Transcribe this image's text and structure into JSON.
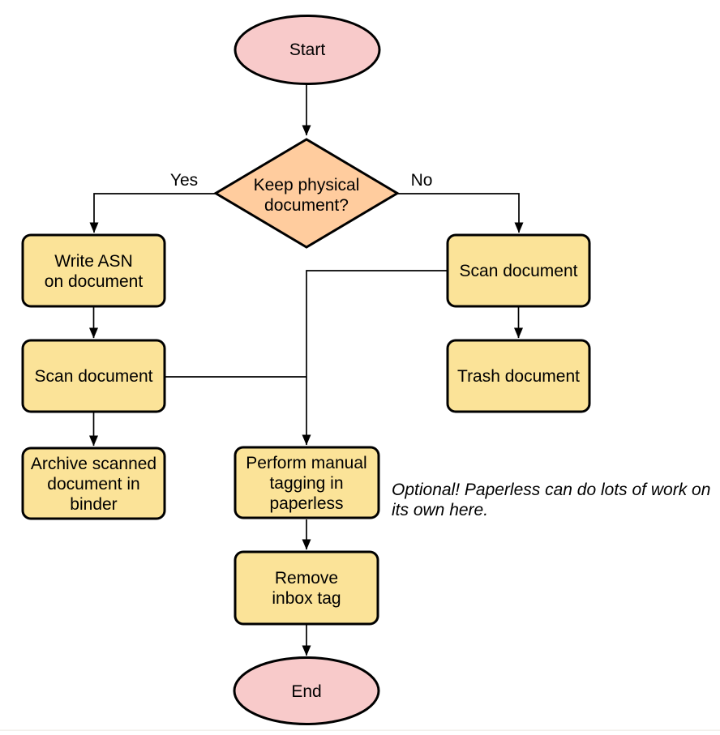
{
  "diagram": {
    "nodes": {
      "start": {
        "type": "terminator",
        "label": "Start"
      },
      "decision": {
        "type": "decision",
        "lines": [
          "Keep physical",
          "document?"
        ]
      },
      "write_asn": {
        "type": "process",
        "lines": [
          "Write ASN",
          "on document"
        ]
      },
      "scan_left": {
        "type": "process",
        "label": "Scan document"
      },
      "archive": {
        "type": "process",
        "lines": [
          "Archive scanned",
          "document in",
          "binder"
        ]
      },
      "scan_right": {
        "type": "process",
        "label": "Scan document"
      },
      "trash": {
        "type": "process",
        "label": "Trash document"
      },
      "tagging": {
        "type": "process",
        "lines": [
          "Perform manual",
          "tagging in",
          "paperless"
        ]
      },
      "remove_inbox": {
        "type": "process",
        "lines": [
          "Remove",
          "inbox tag"
        ]
      },
      "end": {
        "type": "terminator",
        "label": "End"
      }
    },
    "edge_labels": {
      "yes": "Yes",
      "no": "No"
    },
    "annotation": {
      "lines": [
        "Optional! Paperless can do lots of work on",
        "its own here."
      ]
    },
    "colors": {
      "terminator_fill": "#f8caca",
      "decision_fill": "#ffcc9e",
      "process_fill": "#fbe398",
      "stroke": "#000000"
    }
  }
}
